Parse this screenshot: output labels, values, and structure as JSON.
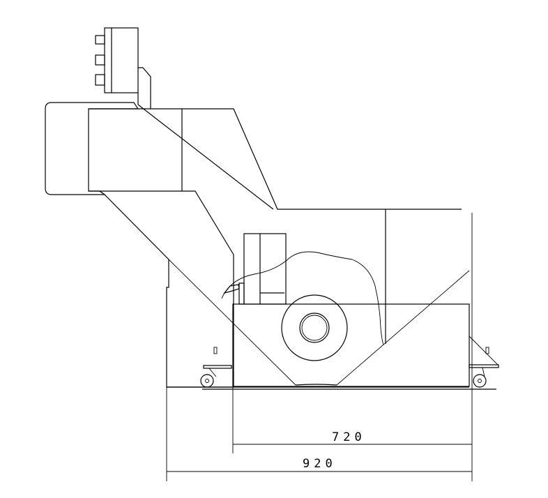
{
  "drawing": {
    "dimensions": [
      {
        "label": "720",
        "value": 720
      },
      {
        "label": "920",
        "value": 920
      }
    ],
    "colors": {
      "line": "#000000",
      "background": "#ffffff"
    }
  }
}
